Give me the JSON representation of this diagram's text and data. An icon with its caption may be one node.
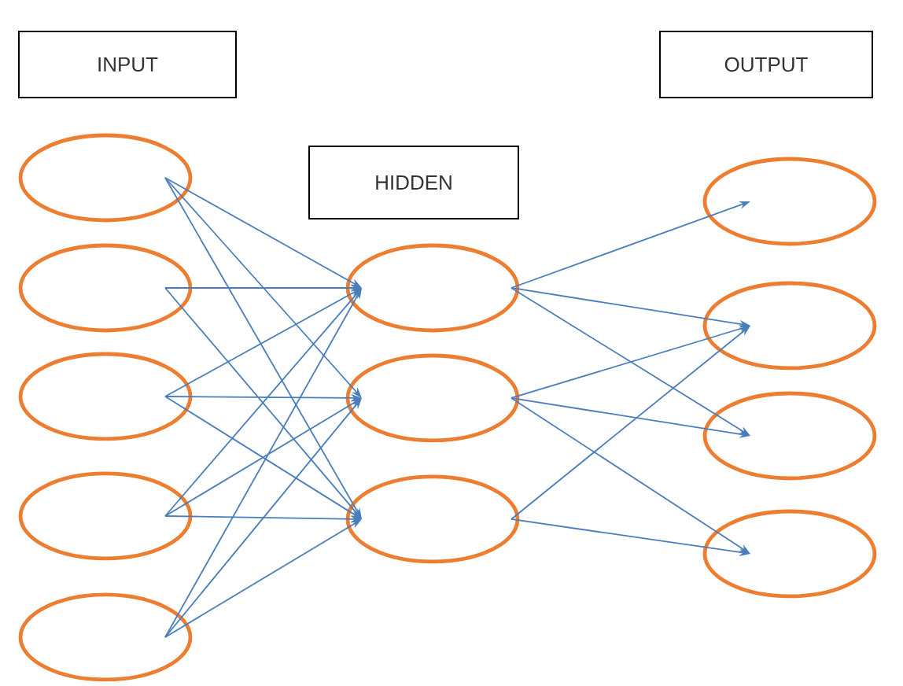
{
  "diagram": {
    "nodes": [
      {
        "text": [
          "INPUT"
        ]
      },
      {
        "text": [
          "HIDDEN"
        ]
      },
      {
        "text": [
          "OUTPUT"
        ]
      },
      {
        "text": [],
        "shape": "ellipse"
      },
      {
        "text": [],
        "shape": "ellipse"
      },
      {
        "text": [],
        "shape": "ellipse"
      },
      {
        "text": [],
        "shape": "ellipse"
      },
      {
        "text": [],
        "shape": "ellipse"
      },
      {
        "text": [],
        "shape": "ellipse"
      },
      {
        "text": [],
        "shape": "ellipse"
      },
      {
        "text": [],
        "shape": "ellipse"
      },
      {
        "text": [],
        "shape": "ellipse"
      },
      {
        "text": [],
        "shape": "ellipse"
      },
      {
        "text": [],
        "shape": "ellipse"
      },
      {
        "text": [],
        "shape": "ellipse"
      }
    ],
    "edges": [
      {
        "from": 3,
        "to": 8,
        "arrow": "to"
      },
      {
        "from": 3,
        "to": 9,
        "arrow": "to"
      },
      {
        "from": 3,
        "to": 10,
        "arrow": "to"
      },
      {
        "from": 4,
        "to": 8,
        "arrow": "to"
      },
      {
        "from": 4,
        "to": 10,
        "arrow": "to"
      },
      {
        "from": 5,
        "to": 8,
        "arrow": "to"
      },
      {
        "from": 5,
        "to": 9,
        "arrow": "to"
      },
      {
        "from": 5,
        "to": 10,
        "arrow": "to"
      },
      {
        "from": 6,
        "to": 8,
        "arrow": "to"
      },
      {
        "from": 6,
        "to": 9,
        "arrow": "to"
      },
      {
        "from": 6,
        "to": 10,
        "arrow": "to"
      },
      {
        "from": 7,
        "to": 8,
        "arrow": "to"
      },
      {
        "from": 7,
        "to": 9,
        "arrow": "to"
      },
      {
        "from": 7,
        "to": 10,
        "arrow": "to"
      },
      {
        "from": 8,
        "to": 11,
        "arrow": "to"
      },
      {
        "from": 8,
        "to": 12,
        "arrow": "to"
      },
      {
        "from": 8,
        "to": 13,
        "arrow": "to"
      },
      {
        "from": 9,
        "to": 12,
        "arrow": "to"
      },
      {
        "from": 9,
        "to": 13,
        "arrow": "to"
      },
      {
        "from": 9,
        "to": 14,
        "arrow": "to"
      },
      {
        "from": 10,
        "to": 12,
        "arrow": "to"
      },
      {
        "from": 10,
        "to": 14,
        "arrow": "to"
      }
    ]
  }
}
